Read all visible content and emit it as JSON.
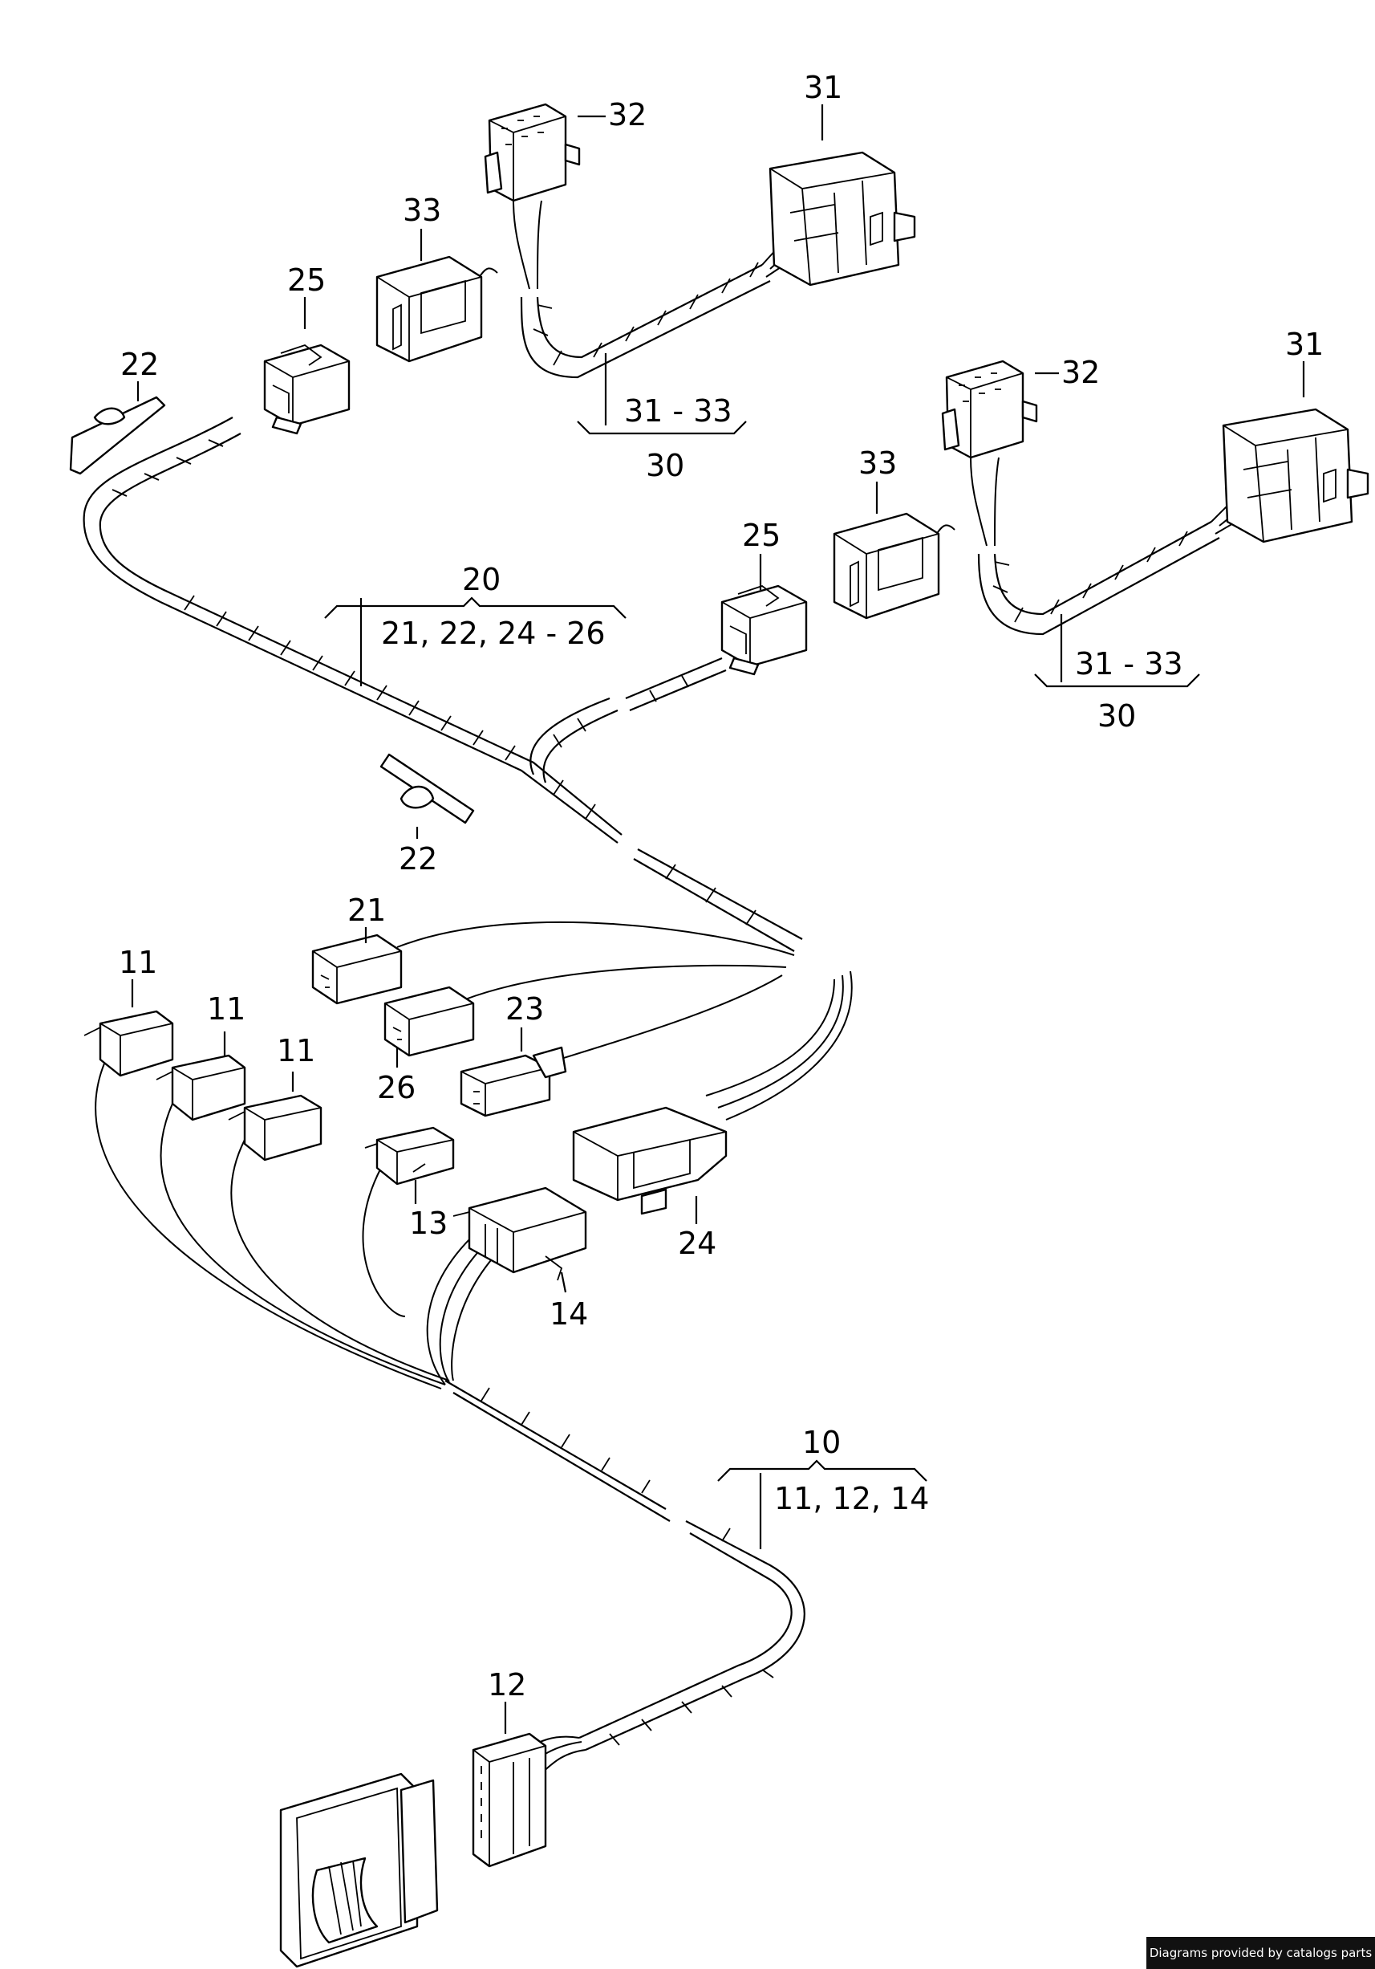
{
  "labels": {
    "l31_top": "31",
    "l32_top": "32",
    "l33_top": "33",
    "l25_top": "25",
    "l22_top": "22",
    "l31_right": "31",
    "l32_right": "32",
    "l33_right": "33",
    "l25_mid": "25",
    "l22_mid": "22",
    "l21": "21",
    "l26": "26",
    "l23": "23",
    "l24": "24",
    "l11_a": "11",
    "l11_b": "11",
    "l11_c": "11",
    "l13": "13",
    "l14": "14",
    "l12": "12"
  },
  "groups": {
    "g30_top": {
      "range": "31 - 33",
      "total": "30"
    },
    "g30_right": {
      "range": "31 - 33",
      "total": "30"
    },
    "g20": {
      "total": "20",
      "range": "21, 22, 24 - 26"
    },
    "g10": {
      "total": "10",
      "range": "11, 12, 14"
    }
  },
  "footer": {
    "credit": "Diagrams provided by catalogs parts"
  }
}
